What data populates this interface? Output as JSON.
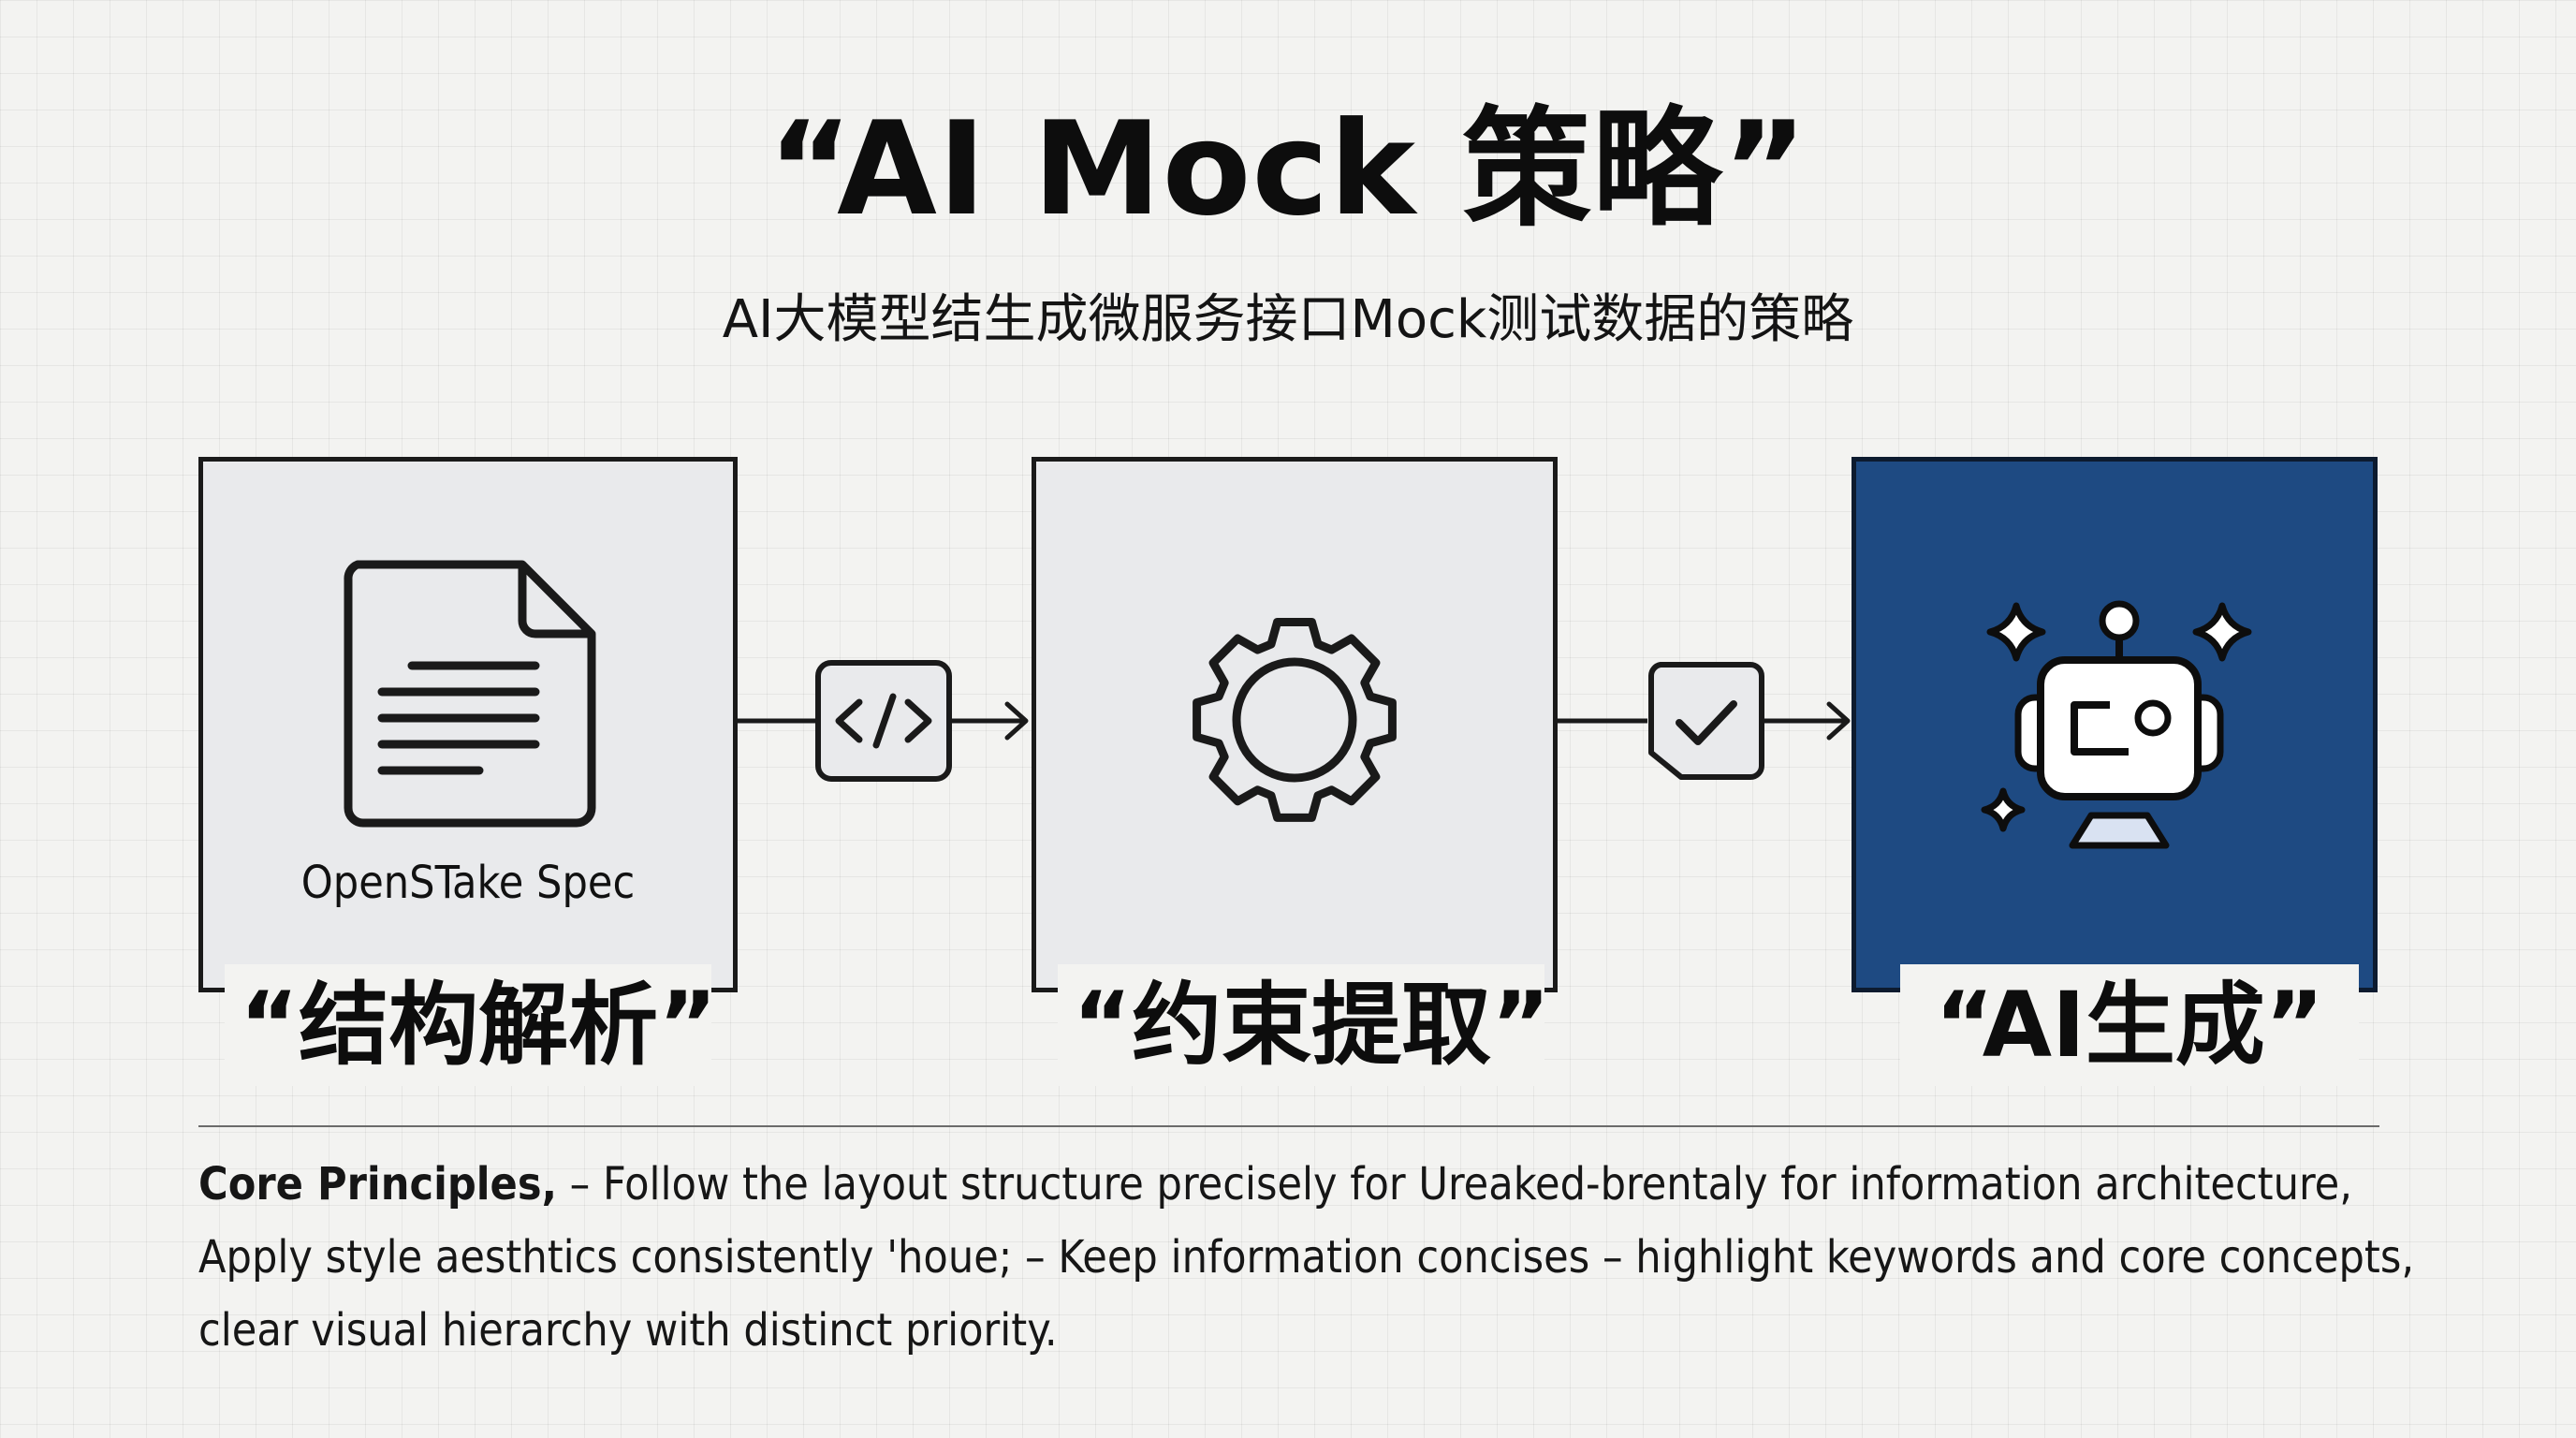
{
  "title": "“AI Mock 策略”",
  "subtitle": "AI大模型结生成微服务接口Mock测试数据的策略",
  "steps": [
    {
      "label": "“结构解析”",
      "caption": "OpenSTake Spec",
      "icon": "document-icon"
    },
    {
      "label": "“约束提取”",
      "icon": "gear-icon"
    },
    {
      "label": "“AI生成”",
      "icon": "robot-icon"
    }
  ],
  "connectors": [
    {
      "icon": "code-icon"
    },
    {
      "icon": "checkmark-icon"
    }
  ],
  "principles": {
    "heading": "Core Principles,",
    "line1_rest": " –  Follow the layout structure precisely for Ureaked-brentaly for  information   architecture,",
    "line2": "Apply style aesthtics consistently 'houe; –  Keep information concises – highlight keywords and core concepts,",
    "line3": "clear visual hierarchy with distinct priority."
  },
  "colors": {
    "background": "#f3f3f1",
    "box_light": "#e9eaec",
    "box_dark": "#1e4a82",
    "stroke": "#1a1a1a",
    "robot_face": "#ffffff"
  }
}
